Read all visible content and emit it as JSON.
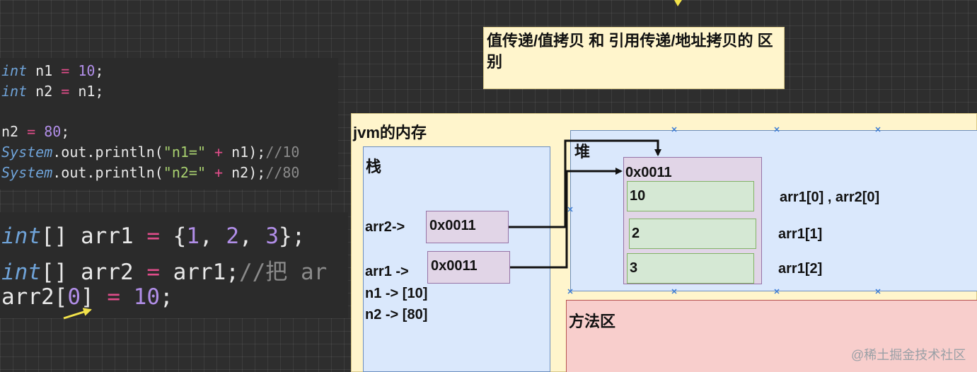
{
  "title_note": "值传递/值拷贝 和  引用传递/地址拷贝的 区别",
  "code_top": {
    "line1": {
      "kw": "int",
      "name": " n1 ",
      "op": "=",
      "num": " 10",
      "end": ";"
    },
    "line2": {
      "kw": "int",
      "name": " n2 ",
      "op": "=",
      "rest": " n1;"
    },
    "line3": {
      "name": "n2 ",
      "op": "=",
      "num": " 80",
      "end": ";"
    },
    "line4": {
      "kw": "System",
      "mid": ".out.println(",
      "str": "\"n1=\"",
      "op": " + ",
      "rest": "n1);",
      "cm": "//10"
    },
    "line5": {
      "kw": "System",
      "mid": ".out.println(",
      "str": "\"n2=\"",
      "op": " + ",
      "rest": "n2);",
      "cm": "//80"
    }
  },
  "code_bottom": {
    "line1": {
      "kw": "int",
      "a": "[] arr1 ",
      "op": "=",
      "b": " {",
      "n1": "1",
      "c1": ", ",
      "n2": "2",
      "c2": ", ",
      "n3": "3",
      "end": "};"
    },
    "line2": {
      "kw": "int",
      "a": "[] arr2 ",
      "op": "=",
      "b": " arr1;",
      "cm": "//把 ar"
    },
    "line3": {
      "a": "arr2[",
      "idx": "0",
      "b": "] ",
      "op": "=",
      "num": " 10",
      "end": ";"
    }
  },
  "jvm": {
    "label": "jvm的内存",
    "stack": {
      "label": "栈",
      "arr2_label": "arr2->",
      "arr2_value": "0x0011",
      "arr1_label": "arr1 ->",
      "arr1_value": "0x0011",
      "n1": "n1 -> [10]",
      "n2": "n2 -> [80]"
    },
    "heap": {
      "label": "堆",
      "address": "0x0011",
      "cells": [
        "10",
        "2",
        "3"
      ],
      "cell_labels": [
        "arr1[0] , arr2[0]",
        "arr1[1]",
        "arr1[2]"
      ]
    },
    "method_area": {
      "label": "方法区"
    }
  },
  "watermark": "@稀土掘金技术社区"
}
